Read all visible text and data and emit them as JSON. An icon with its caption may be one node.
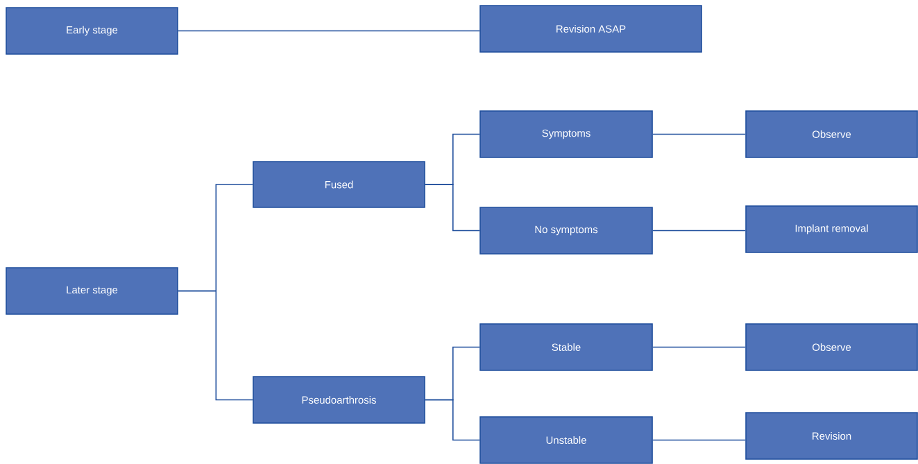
{
  "diagram": {
    "nodes": [
      {
        "text": [
          "Early stage"
        ]
      },
      {
        "text": [
          "Revision ASAP"
        ]
      },
      {
        "text": [
          "Later stage"
        ]
      },
      {
        "text": [
          "Fused"
        ]
      },
      {
        "text": [
          "Pseudoarthrosis"
        ]
      },
      {
        "text": [
          "Symptoms"
        ]
      },
      {
        "text": [
          "No symptoms"
        ]
      },
      {
        "text": [
          "Stable"
        ]
      },
      {
        "text": [
          "Unstable"
        ]
      },
      {
        "text": [
          "Observe"
        ]
      },
      {
        "text": [
          "Implant removal"
        ]
      },
      {
        "text": [
          "Observe"
        ]
      },
      {
        "text": [
          "Revision"
        ]
      }
    ],
    "edges": [
      {
        "from": 0,
        "to": 1,
        "arrow": "none"
      },
      {
        "from": 2,
        "to": 3,
        "arrow": "none"
      },
      {
        "from": 2,
        "to": 4,
        "arrow": "none"
      },
      {
        "from": 3,
        "to": 5,
        "arrow": "none"
      },
      {
        "from": 3,
        "to": 6,
        "arrow": "none"
      },
      {
        "from": 4,
        "to": 7,
        "arrow": "none"
      },
      {
        "from": 4,
        "to": 8,
        "arrow": "none"
      },
      {
        "from": 5,
        "to": 9,
        "arrow": "none"
      },
      {
        "from": 6,
        "to": 10,
        "arrow": "none"
      },
      {
        "from": 7,
        "to": 11,
        "arrow": "none"
      },
      {
        "from": 8,
        "to": 12,
        "arrow": "none"
      }
    ]
  }
}
